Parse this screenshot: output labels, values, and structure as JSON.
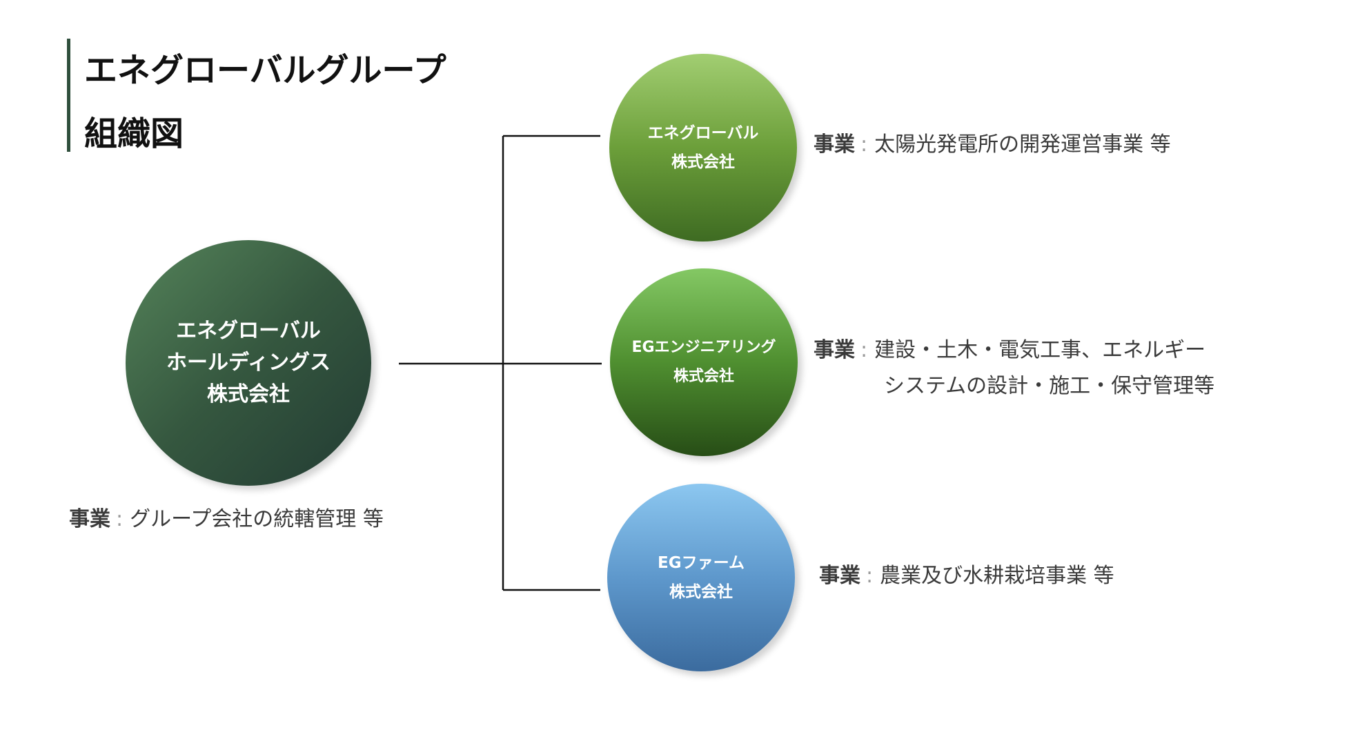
{
  "title": {
    "line1": "エネグローバルグループ",
    "line2": "組織図"
  },
  "business_label": "事業",
  "business_separator": ":",
  "parent": {
    "name_lines": [
      "エネグローバル",
      "ホールディングス",
      "株式会社"
    ],
    "business": "グループ会社の統轄管理 等",
    "color": "#35573f"
  },
  "children": [
    {
      "name_lines": [
        "エネグローバル",
        "株式会社"
      ],
      "business_lines": [
        "太陽光発電所の開発運営事業 等"
      ],
      "color": "#6c9f3a"
    },
    {
      "name_lines": [
        "EGエンジニアリング",
        "株式会社"
      ],
      "business_lines": [
        "建設・土木・電気工事、エネルギー",
        "システムの設計・施工・保守管理等"
      ],
      "color": "#4f8f30"
    },
    {
      "name_lines": [
        "EGファーム",
        "株式会社"
      ],
      "business_lines": [
        "農業及び水耕栽培事業 等"
      ],
      "color": "#5e98cc"
    }
  ],
  "accent_color": "#2f4f3c",
  "line_color": "#111111"
}
